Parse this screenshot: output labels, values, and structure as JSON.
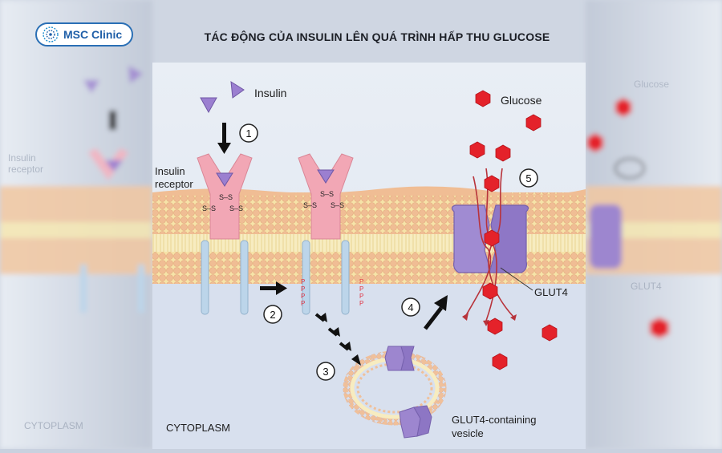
{
  "brand": {
    "logo_text": "MSC Clinic",
    "logo_color": "#1f5fa8"
  },
  "title": "TÁC ĐỘNG CỦA INSULIN LÊN QUÁ TRÌNH HẤP THU GLUCOSE",
  "labels": {
    "insulin": "Insulin",
    "receptor_line1": "Insulin",
    "receptor_line2": "receptor",
    "glucose": "Glucose",
    "glut4": "GLUT4",
    "cytoplasm": "CYTOPLASM",
    "vesicle_line1": "GLUT4-containing",
    "vesicle_line2": "vesicle",
    "bond": "S–S",
    "phosphate": "P"
  },
  "steps": [
    "1",
    "2",
    "3",
    "4",
    "5"
  ],
  "background_faded_labels": {
    "left_cytoplasm": "CYTOPLASM",
    "left_receptor": "Insulin receptor",
    "right_glut4": "GLUT4",
    "right_glucose": "Glucose"
  },
  "colors": {
    "insulin": "#9b7fd0",
    "receptor": "#f2a7b5",
    "receptor_tail": "#bcd5ea",
    "glucose": "#e4222a",
    "glut4": "#9d86cf",
    "lipid_head": "#f1c49c",
    "lipid_tail": "#f6e4a0",
    "phosphate": "#e03545",
    "cytoplasm": "#d9e1ef",
    "arrow": "#111111"
  }
}
